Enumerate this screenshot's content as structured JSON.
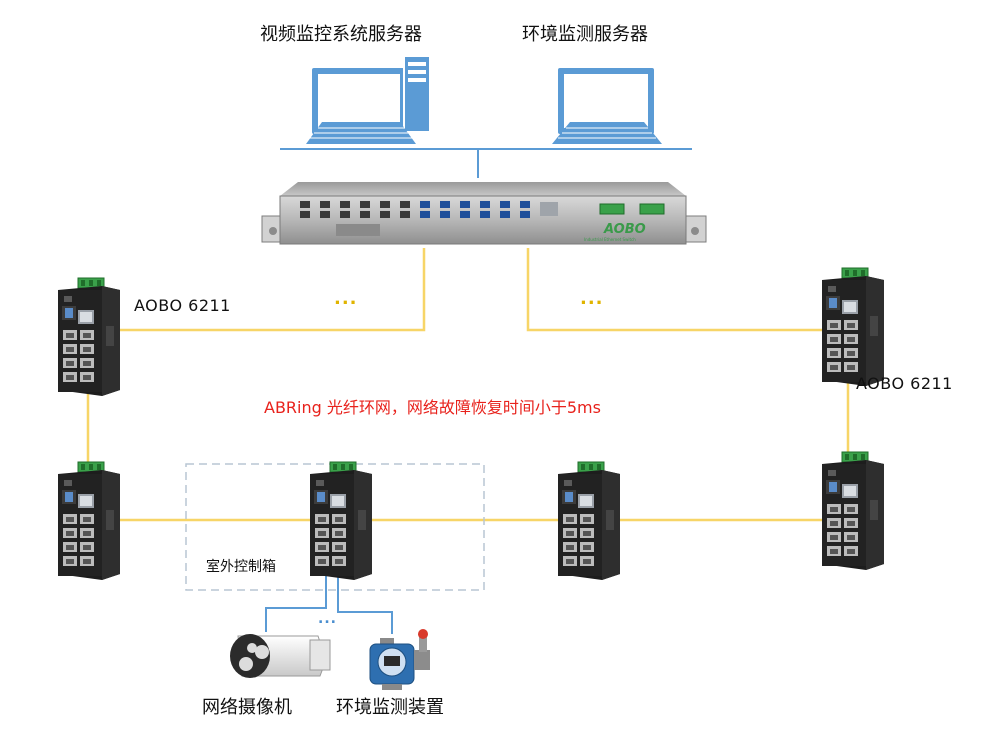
{
  "labels": {
    "video_server": "视频监控系统服务器",
    "env_server": "环境监测服务器",
    "switch_left": "AOBO 6211",
    "switch_right": "AOBO 6211",
    "ring_note": "ABRing 光纤环网，网络故障恢复时间小于5ms",
    "outdoor_box": "室外控制箱",
    "camera": "网络摄像机",
    "env_device": "环境监测装置",
    "ellipsis": "...",
    "rack_brand": "AOBO",
    "rack_sub": "Industrial Ethernet Switch"
  },
  "colors": {
    "fiber_link": "#f7d567",
    "lan_link": "#5b9bd5",
    "ring_text": "#e8221c",
    "brand_green": "#3a9a4a",
    "monitor_blue": "#5b9bd5",
    "dashed_box": "#b9c6d3",
    "dots": "#e0b400",
    "dots_blue": "#4a8ecf"
  }
}
